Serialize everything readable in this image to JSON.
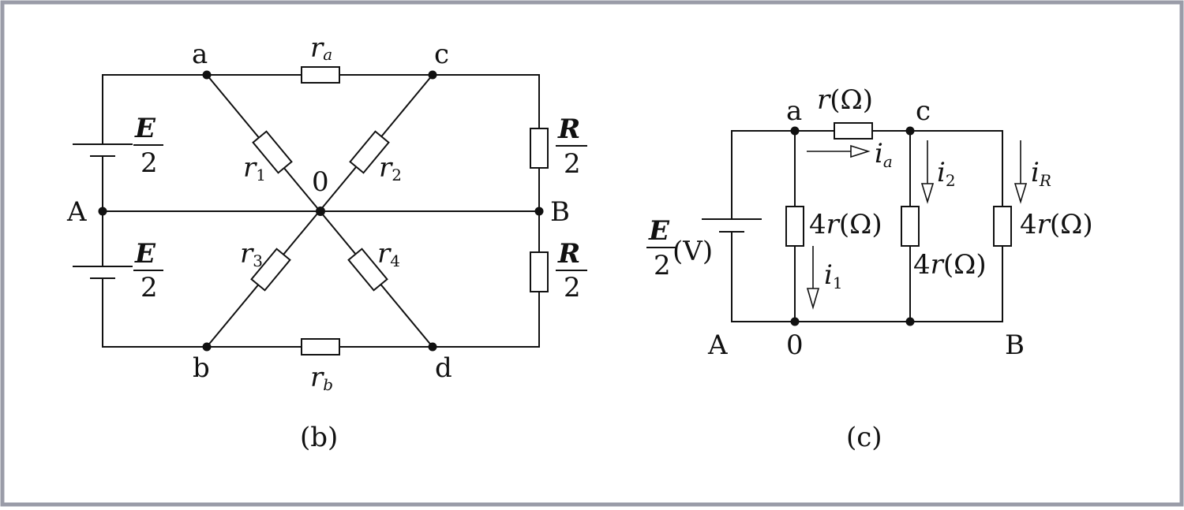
{
  "figure_b": {
    "caption": "(b)",
    "nodes": {
      "a": "a",
      "c": "c",
      "A": "A",
      "B": "B",
      "O": "0",
      "b": "b",
      "d": "d"
    },
    "resistors": {
      "ra": {
        "main": "r",
        "sub": "a"
      },
      "rb": {
        "main": "r",
        "sub": "b"
      },
      "r1": {
        "main": "r",
        "sub": "1"
      },
      "r2": {
        "main": "r",
        "sub": "2"
      },
      "r3": {
        "main": "r",
        "sub": "3"
      },
      "r4": {
        "main": "r",
        "sub": "4"
      }
    },
    "sources": {
      "top": {
        "num": "E",
        "den": "2"
      },
      "bottom": {
        "num": "E",
        "den": "2"
      }
    },
    "loads": {
      "top": {
        "num": "R",
        "den": "2"
      },
      "bottom": {
        "num": "R",
        "den": "2"
      }
    }
  },
  "figure_c": {
    "caption": "(c)",
    "nodes": {
      "a": "a",
      "c": "c",
      "A": "A",
      "O": "0",
      "B": "B"
    },
    "source": {
      "num": "E",
      "den": "2",
      "unit": "(V)"
    },
    "r_top": {
      "main": "r",
      "unit": "(Ω)"
    },
    "r_vertical": {
      "coef": "4",
      "main": "r",
      "unit": "(Ω)"
    },
    "currents": {
      "ia": {
        "main": "i",
        "sub": "a"
      },
      "i1": {
        "main": "i",
        "sub": "1"
      },
      "i2": {
        "main": "i",
        "sub": "2"
      },
      "iR": {
        "main": "i",
        "sub": "R"
      }
    }
  },
  "colors": {
    "ink": "#111111",
    "frame": "#9a9ca8",
    "background": "#ffffff"
  }
}
